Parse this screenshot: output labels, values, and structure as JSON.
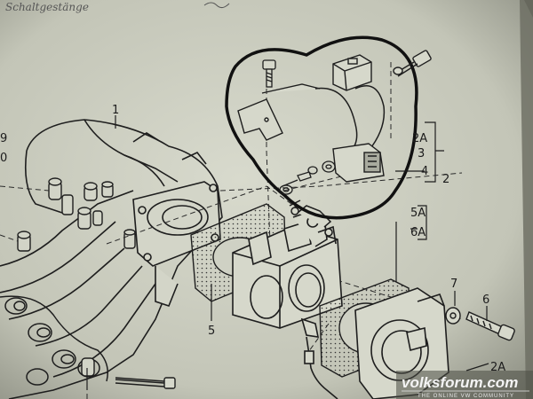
{
  "diagram": {
    "handwriting": "Schaltgestänge",
    "part_labels": {
      "p1": "1",
      "p2A_top": "2A",
      "p3": "3",
      "p4": "4",
      "p2": "2",
      "p5A": "5A",
      "p6A": "6A",
      "p5": "5",
      "p7": "7",
      "p6": "6",
      "p2A_bottom": "2A",
      "p9": "9",
      "p0": "0"
    }
  },
  "watermark": {
    "brand": "volksforum.com",
    "tagline": "THE ONLINE VW COMMUNITY"
  },
  "colors": {
    "paper": "#cfd1c4",
    "ink": "#1e1e1e",
    "shadow": "#4d4f46"
  }
}
